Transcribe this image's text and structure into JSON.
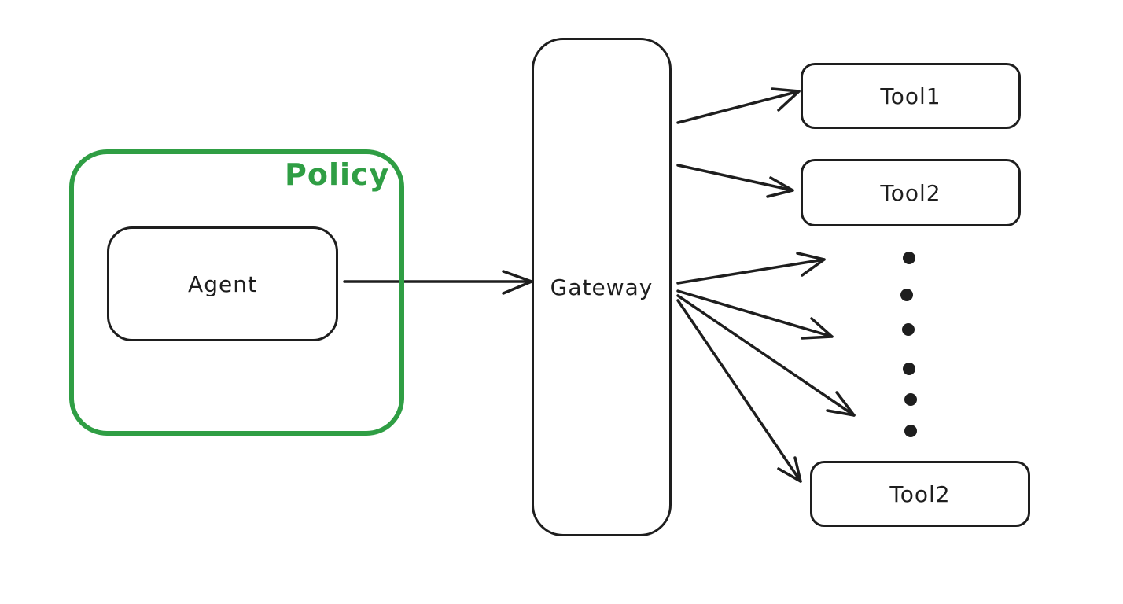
{
  "diagram": {
    "policy": {
      "label": "Policy",
      "color": "#2f9e44"
    },
    "agent": {
      "label": "Agent"
    },
    "gateway": {
      "label": "Gateway"
    },
    "tools": [
      {
        "label": "Tool1"
      },
      {
        "label": "Tool2"
      },
      {
        "label": "Tool2"
      }
    ],
    "stroke_color": "#1e1e1e",
    "background_color": "#ffffff"
  }
}
